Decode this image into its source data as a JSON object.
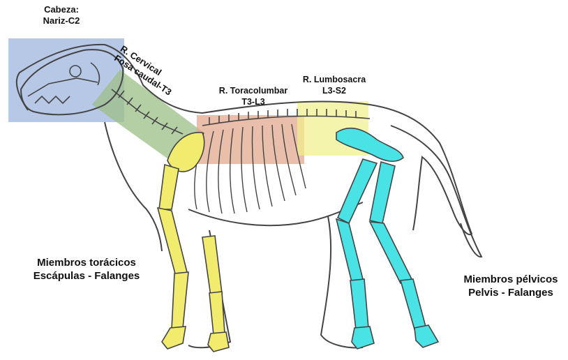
{
  "labels": {
    "head": {
      "line1": "Cabeza:",
      "line2": "Nariz-C2"
    },
    "cervical": {
      "line1": "R. Cervical",
      "line2": "Fosa caudal-T3"
    },
    "thoracolumbar": {
      "line1": "R. Toracolumbar",
      "line2": "T3-L3"
    },
    "lumbosacral": {
      "line1": "R. Lumbosacra",
      "line2": "L3-S2"
    },
    "thoracic_limbs": {
      "line1": "Miembros torácicos",
      "line2": "Escápulas - Falanges"
    },
    "pelvic_limbs": {
      "line1": "Miembros pélvicos",
      "line2": "Pelvis - Falanges"
    }
  },
  "colors": {
    "head_region": "#9fb4dd",
    "cervical_region": "#9cbf86",
    "thoracolumbar_region": "#e2a88f",
    "lumbosacral_region": "#f1ef8a",
    "thoracic_limbs": "#f2ec6e",
    "pelvic_limbs": "#49e3e6",
    "outline": "#444444"
  }
}
